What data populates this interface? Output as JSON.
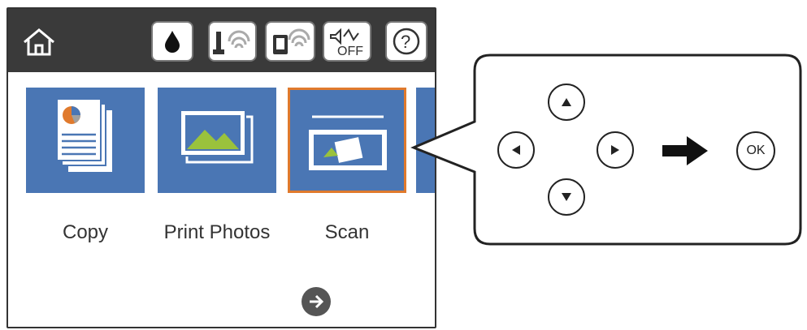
{
  "header": {
    "home_icon": "home-icon",
    "status_icons": [
      "ink-drop-icon",
      "wifi-printer-icon",
      "wifi-direct-icon",
      "sound-off-icon",
      "help-icon"
    ],
    "sound_off_text": "OFF",
    "help_text": "?"
  },
  "menu": {
    "items": [
      {
        "label": "Copy",
        "icon": "copy-icon"
      },
      {
        "label": "Print Photos",
        "icon": "print-photos-icon"
      },
      {
        "label": "Scan",
        "icon": "scan-icon",
        "selected": true
      }
    ],
    "next_icon": "arrow-right-circle-icon"
  },
  "callout": {
    "buttons": [
      "up-arrow-button",
      "left-arrow-button",
      "right-arrow-button",
      "down-arrow-button"
    ],
    "then_arrow_icon": "right-arrow-icon",
    "ok_label": "OK"
  },
  "colors": {
    "tile_blue": "#4a76b4",
    "selected_border": "#e07a2d",
    "topbar": "#3a3a3a"
  }
}
